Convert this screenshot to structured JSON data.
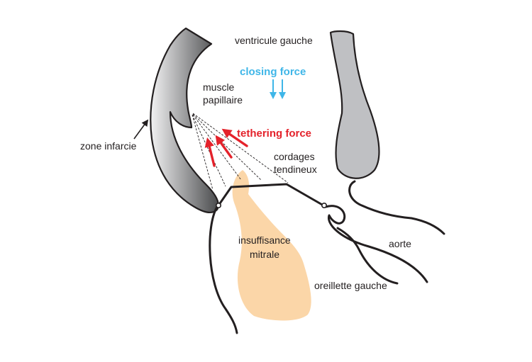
{
  "labels": {
    "ventricle": "ventricule gauche",
    "closing_force": "closing force",
    "muscle_line1": "muscle",
    "muscle_line2": "papillaire",
    "tethering_force": "tethering force",
    "zone_infarct": "zone infarcie",
    "chordae_line1": "cordages",
    "chordae_line2": "tendineux",
    "insufficiency_line1": "insuffisance",
    "insufficiency_line2": "mitrale",
    "aorta": "aorte",
    "atrium": "oreillette gauche"
  },
  "colors": {
    "outline": "#231f20",
    "closing_force": "#3fb6e8",
    "tethering_force": "#e4222b",
    "regurgitant_jet": "#fbd6a8",
    "septum_fill": "#bfc0c3",
    "infarct_dark": "#4a4b4d",
    "infarct_light": "#f2f2f3"
  }
}
